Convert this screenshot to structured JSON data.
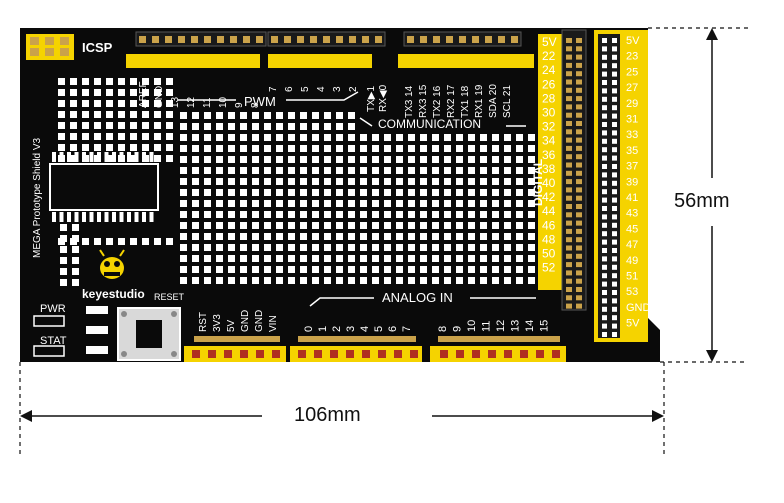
{
  "board": {
    "brand": "keyestudio",
    "vertical_text": "MEGA Prototype Shield V3",
    "labels": {
      "icsp": "ICSP",
      "pwm": "PWM",
      "communication": "COMMUNICATION",
      "digital": "DIGITAL",
      "analog_in": "ANALOG IN",
      "reset": "RESET",
      "pwr": "PWR",
      "stat": "STAT"
    },
    "top_left_pins": [
      "AREF",
      "GND",
      "13",
      "12",
      "11",
      "10",
      "9",
      "8"
    ],
    "top_mid_pins": [
      "7",
      "6",
      "5",
      "4",
      "3",
      "2"
    ],
    "serial_pins": [
      "TX▶1",
      "RX◀0"
    ],
    "comm_pins": [
      "TX3 14",
      "RX3 15",
      "TX2 16",
      "RX2 17",
      "TX1 18",
      "RX1 19",
      "SDA 20",
      "SCL 21"
    ],
    "digital_left": [
      "5V",
      "22",
      "24",
      "26",
      "28",
      "30",
      "32",
      "34",
      "36",
      "38",
      "40",
      "42",
      "44",
      "46",
      "48",
      "50",
      "52"
    ],
    "digital_right": [
      "5V",
      "23",
      "25",
      "27",
      "29",
      "31",
      "33",
      "35",
      "37",
      "39",
      "41",
      "43",
      "45",
      "47",
      "49",
      "51",
      "53",
      "GND",
      "5V"
    ],
    "power_pins": [
      "RST",
      "3V3",
      "5V",
      "GND",
      "GND",
      "VIN"
    ],
    "analog_left": [
      "0",
      "1",
      "2",
      "3",
      "4",
      "5",
      "6",
      "7"
    ],
    "analog_right": [
      "8",
      "9",
      "10",
      "11",
      "12",
      "13",
      "14",
      "15"
    ]
  },
  "dimensions": {
    "width": "106mm",
    "height": "56mm"
  },
  "colors": {
    "board": "#0a0a0a",
    "silkscreen": "#ffffff",
    "header": "#f5d300",
    "pad": "#ffffff",
    "pad_gold": "#caa24a"
  }
}
